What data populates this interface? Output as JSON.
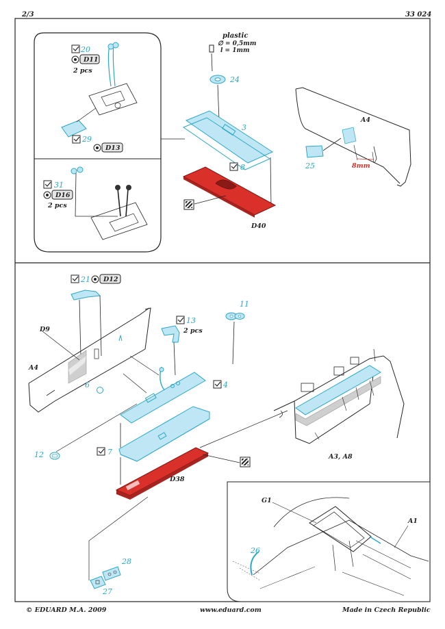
{
  "header": {
    "page_number": "2/3",
    "kit_number": "33 024"
  },
  "footer": {
    "copyright": "© EDUARD M.A. 2009",
    "website": "www.eduard.com",
    "origin": "Made in Czech Republic"
  },
  "colors": {
    "photo_etch_blue": "#bfe6f4",
    "callout_blue": "#2aa7c6",
    "painted_red": "#d9302a",
    "line": "#222222"
  },
  "top": {
    "plastic_note": {
      "title": "plastic",
      "diameter": "∅ = 0,5mm",
      "length": "l = 1mm"
    },
    "part_24": "24",
    "part_3": "3",
    "part_8": "8",
    "part_d40": "D40",
    "part_a4": "A4",
    "part_25": "25",
    "dim_8mm": "8mm",
    "inset": {
      "part_20": "20",
      "ref_d11": "D11",
      "qty_a": "2 pcs",
      "part_29": "29",
      "ref_d13": "D13",
      "part_31": "31",
      "ref_d16": "D16",
      "qty_b": "2 pcs"
    }
  },
  "bottom": {
    "part_21": "21",
    "ref_d12": "D12",
    "part_13": "13",
    "qty_13": "2 pcs",
    "part_11": "11",
    "part_d9": "D9",
    "part_a4": "A4",
    "part_6": "6",
    "part_4": "4",
    "part_12": "12",
    "part_7": "7",
    "part_d38": "D38",
    "part_a3_a8": "A3, A8",
    "part_28": "28",
    "part_27": "27",
    "inset": {
      "part_g1": "G1",
      "part_a1": "A1",
      "part_26": "26"
    }
  }
}
